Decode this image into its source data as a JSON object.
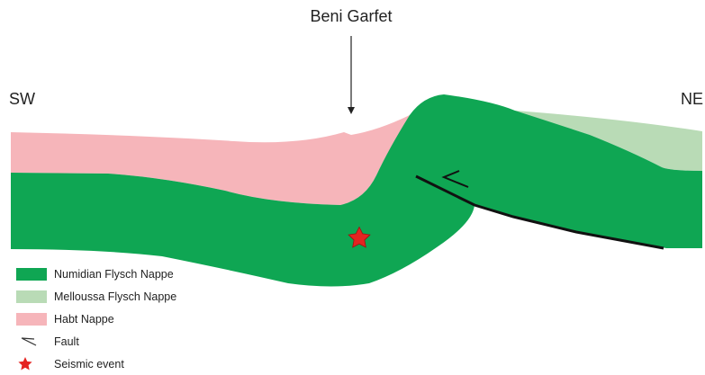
{
  "labels": {
    "left": "SW",
    "right": "NE",
    "locality": "Beni Garfet"
  },
  "colors": {
    "numidian": "#0fa653",
    "melloussa": "#b9dbb6",
    "habt": "#f6b5ba",
    "fault": "#111111",
    "seismic": "#e52421"
  },
  "legend": [
    {
      "label": "Numidian Flysch Nappe",
      "icon": "green-swatch"
    },
    {
      "label": "Melloussa Flysch Nappe",
      "icon": "light-green-swatch"
    },
    {
      "label": "Habt Nappe",
      "icon": "pink-swatch"
    },
    {
      "label": "Fault",
      "icon": "fault-arrow-icon"
    },
    {
      "label": "Seismic event",
      "icon": "red-star-icon"
    }
  ]
}
